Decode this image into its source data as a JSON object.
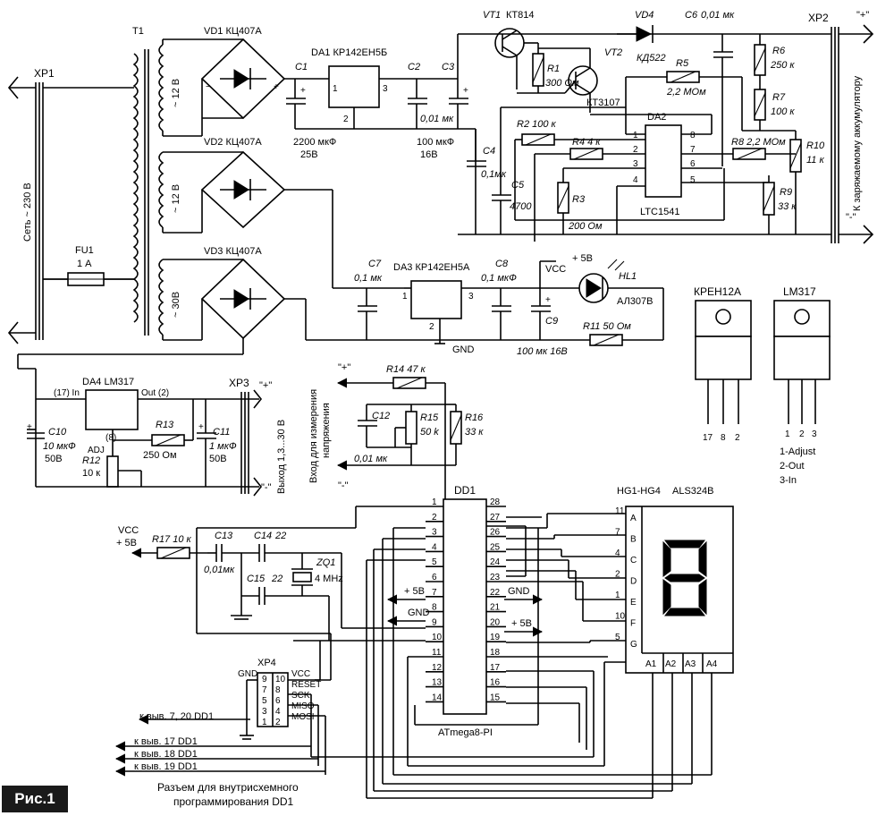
{
  "figure_label": "Рис.1",
  "connectors": {
    "xp1": "XP1",
    "xp1_text": "Сеть ~ 230 В",
    "xp2": "XP2",
    "xp2_plus": "\"+\"",
    "xp2_minus": "\"-\"",
    "xp2_text": "К заряжаемому аккумулятору",
    "xp3": "XP3",
    "xp3_plus": "\"+\"",
    "xp3_minus": "\"-\"",
    "xp3_text": "Выход 1,3...30 В",
    "meas_text_1": "Вход для измерения",
    "meas_text_2": "напряжения",
    "meas_plus": "\"+\"",
    "meas_minus": "\"-\""
  },
  "fuse": {
    "ref": "FU1",
    "value": "1 А"
  },
  "transformer": {
    "ref": "T1",
    "w1": "~ 12 В",
    "w2": "~ 12 В",
    "w3": "~ 30В"
  },
  "bridges": {
    "vd1": "VD1 КЦ407А",
    "vd2": "VD2 КЦ407А",
    "vd3": "VD3 КЦ407А"
  },
  "regulators": {
    "da1": "DA1 КР142ЕН5Б",
    "da3": "DA3 КР142ЕН5А",
    "da4": "DA4 LM317",
    "da4_in": "(17) In",
    "da4_out": "Out (2)",
    "da4_adj_pin": "(8)",
    "da4_adj": "ADJ"
  },
  "pins": {
    "p1": "1",
    "p2": "2",
    "p3": "3"
  },
  "caps": {
    "c1": "C1",
    "c1_v": "2200 мкФ",
    "c1_v2": "25В",
    "c2": "C2",
    "c2_v": "0,01 мк",
    "c3": "C3",
    "c3_v": "100 мкФ",
    "c3_v2": "16В",
    "c4": "C4",
    "c4_v": "0,1мк",
    "c5": "C5",
    "c5_v": "4700",
    "c6": "C6",
    "c6_v": "0,01 мк",
    "c7": "C7",
    "c7_v": "0,1 мк",
    "c8": "C8",
    "c8_v": "0,1 мкФ",
    "c9": "C9",
    "c9_v": "100 мк 16В",
    "c10": "C10",
    "c10_v": "10 мкФ",
    "c10_v2": "50В",
    "c11": "C11",
    "c11_v": "1 мкФ",
    "c11_v2": "50В",
    "c12": "C12",
    "c12_v": "0,01 мк",
    "c13": "C13",
    "c13_v": "0,01мк",
    "c14": "C14",
    "c14_v": "22",
    "c15": "C15",
    "c15_v": "22"
  },
  "resistors": {
    "r1": "R1",
    "r1_v": "300 Ом",
    "r2": "R2 100 к",
    "r3": "R3",
    "r3_v": "200 Ом",
    "r4": "R4 4 к",
    "r5": "R5",
    "r5_v": "2,2 МОм",
    "r6": "R6",
    "r6_v": "250 к",
    "r7": "R7",
    "r7_v": "100 к",
    "r8": "R8 2,2 МОм",
    "r9": "R9",
    "r9_v": "33 к",
    "r10": "R10",
    "r10_v": "11 к",
    "r11": "R11 50 Ом",
    "r12": "R12",
    "r12_v": "10 к",
    "r13": "R13",
    "r13_v": "250 Ом",
    "r14": "R14 47 к",
    "r15": "R15",
    "r15_v": "50 k",
    "r16": "R16",
    "r16_v": "33 к",
    "r17": "R17 10 к"
  },
  "semis": {
    "vt1": "VT1",
    "vt1_t": "КТ814",
    "vt2": "VT2",
    "vt2_t": "КТ3107",
    "vd4": "VD4",
    "vd4_t": "КД522",
    "hl1": "HL1",
    "hl1_t": "АЛ307В",
    "zq1": "ZQ1",
    "zq1_t": "4 MHz"
  },
  "da2": {
    "ref": "DA2",
    "name": "LTC1541",
    "pins_left": [
      "1",
      "2",
      "3",
      "4"
    ],
    "pins_right": [
      "8",
      "7",
      "6",
      "5"
    ]
  },
  "power": {
    "vcc": "VCC",
    "plus5": "+ 5В",
    "gnd": "GND"
  },
  "mcu": {
    "ref": "DD1",
    "name": "ATmega8-PI",
    "pins_left": [
      "1",
      "2",
      "3",
      "4",
      "5",
      "6",
      "7",
      "8",
      "9",
      "10",
      "11",
      "12",
      "13",
      "14"
    ],
    "pins_right": [
      "28",
      "27",
      "26",
      "25",
      "24",
      "23",
      "22",
      "21",
      "20",
      "19",
      "18",
      "17",
      "16",
      "15"
    ],
    "p22_label": "GND",
    "p20_label": "+ 5В",
    "left_plus5": "+ 5В",
    "left_gnd": "GND"
  },
  "display": {
    "ref": "HG1-HG4",
    "name": "ALS324B",
    "segments": [
      "A",
      "B",
      "C",
      "D",
      "E",
      "F",
      "G"
    ],
    "seg_pins": [
      "11",
      "7",
      "4",
      "2",
      "1",
      "10",
      "5"
    ],
    "anodes": [
      "A1",
      "A2",
      "A3",
      "A4"
    ],
    "digit": "8"
  },
  "isp": {
    "ref": "XP4",
    "signals": [
      "GND",
      "VCC",
      "RESET",
      "SCK",
      "MISO",
      "MOSI"
    ],
    "pins_left": [
      "9",
      "7",
      "5",
      "3",
      "1"
    ],
    "pins_right": [
      "10",
      "8",
      "6",
      "4",
      "2"
    ],
    "to_7_20": "к выв. 7, 20 DD1",
    "to_17": "к выв. 17 DD1",
    "to_18": "к выв. 18 DD1",
    "to_19": "к выв. 19 DD1",
    "caption_1": "Разъем для внутрисхемного",
    "caption_2": "программирования DD1"
  },
  "packages": {
    "kren": "КРЕН12А",
    "lm317": "LM317",
    "kren_pins": [
      "17",
      "8",
      "2"
    ],
    "lm_pins": [
      "1",
      "2",
      "3"
    ],
    "lm_legend": [
      "1-Adjust",
      "2-Out",
      "3-In"
    ]
  }
}
